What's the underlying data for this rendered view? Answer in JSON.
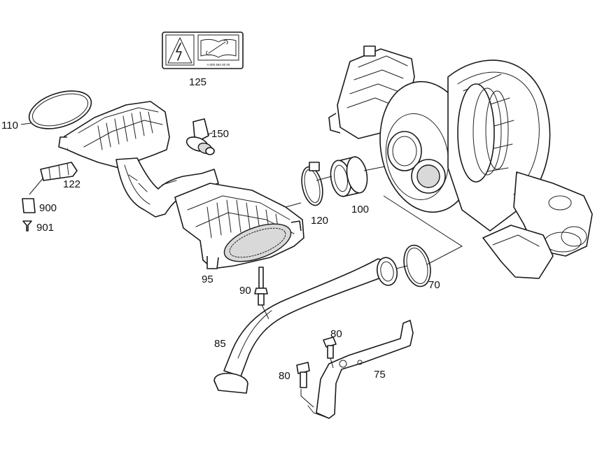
{
  "labels": {
    "p125": "125",
    "p110": "110",
    "p150": "150",
    "p122": "122",
    "p900": "900",
    "p901": "901",
    "p120": "120",
    "p100": "100",
    "p95": "95",
    "p90": "90",
    "p70": "70",
    "p85": "85",
    "p80a": "80",
    "p80b": "80",
    "p75": "75"
  },
  "warning_sticker_text": "A 000 584 00 00",
  "colors": {
    "line": "#1a1a1a",
    "background": "#ffffff"
  }
}
